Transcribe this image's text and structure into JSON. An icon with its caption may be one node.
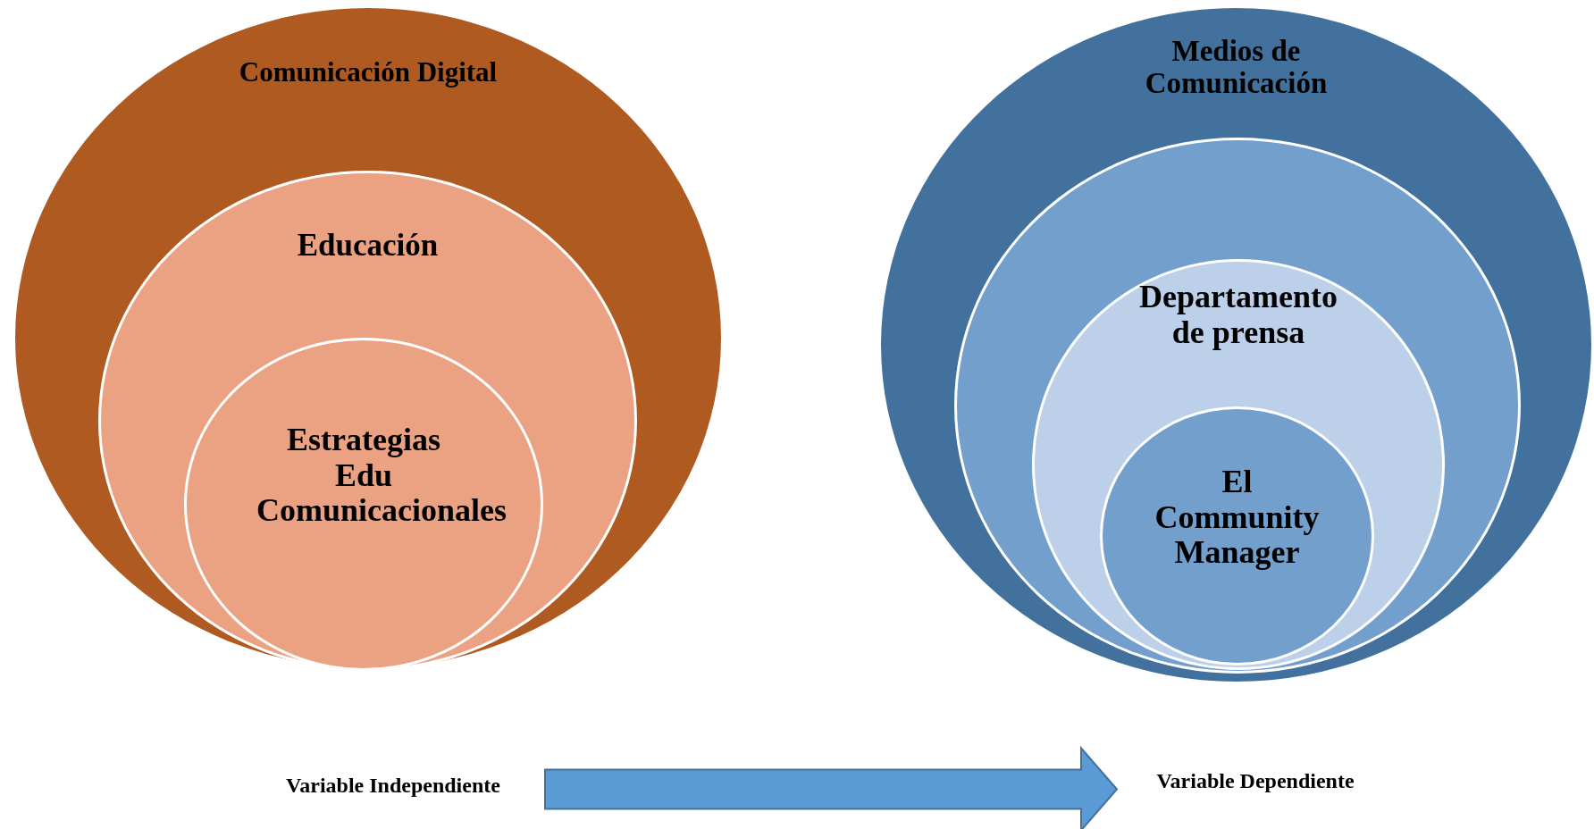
{
  "diagram": {
    "nodes": [
      {
        "text": [
          "Comunicación Digital"
        ]
      },
      {
        "text": [
          "Educación"
        ],
        "in": 0
      },
      {
        "text": [
          "Estrategias Edu Comunicacionales"
        ],
        "in": 1
      },
      {
        "text": [
          "Medios de Comunicación"
        ]
      },
      {
        "text": [],
        "shape": "circle",
        "in": 3
      },
      {
        "text": [
          "Departamento de prensa"
        ],
        "in": 4
      },
      {
        "text": [
          "El Community Manager"
        ],
        "in": 5
      },
      {
        "text": [
          "Variable Independiente"
        ]
      },
      {
        "text": [
          "Variable Dependiente"
        ]
      }
    ],
    "edges": [
      {
        "from": 7,
        "to": 8,
        "arrow": "to",
        "style": "thick"
      }
    ]
  }
}
